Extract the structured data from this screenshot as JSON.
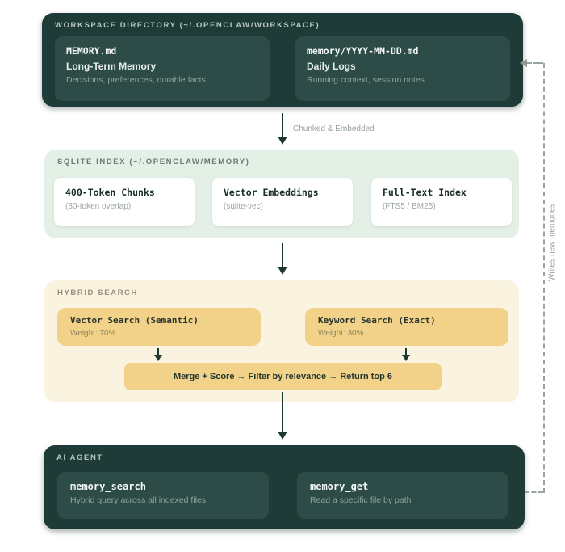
{
  "workspace": {
    "header": "WORKSPACE DIRECTORY (~/.OPENCLAW/WORKSPACE)",
    "cards": [
      {
        "title": "MEMORY.md",
        "subtitle": "Long-Term Memory",
        "desc": "Decisions, preferences, durable facts"
      },
      {
        "title": "memory/YYYY-MM-DD.md",
        "subtitle": "Daily Logs",
        "desc": "Running context, session notes"
      }
    ]
  },
  "flow": {
    "chunked_label": "Chunked & Embedded"
  },
  "sqlite": {
    "header": "SQLITE INDEX (~/.OPENCLAW/MEMORY)",
    "cards": [
      {
        "title": "400-Token Chunks",
        "subtitle": "(80-token overlap)"
      },
      {
        "title": "Vector Embeddings",
        "subtitle": "(sqlite-vec)"
      },
      {
        "title": "Full-Text Index",
        "subtitle": "(FTS5 / BM25)"
      }
    ]
  },
  "hybrid": {
    "header": "HYBRID SEARCH",
    "cards": [
      {
        "title": "Vector Search (Semantic)",
        "subtitle": "Weight: 70%"
      },
      {
        "title": "Keyword Search (Exact)",
        "subtitle": "Weight: 30%"
      }
    ],
    "merge_label": "Merge + Score → Filter by relevance → Return top 6"
  },
  "agent": {
    "header": "AI AGENT",
    "cards": [
      {
        "title": "memory_search",
        "desc": "Hybrid query across all indexed files"
      },
      {
        "title": "memory_get",
        "desc": "Read a specific file by path"
      }
    ]
  },
  "feedback": {
    "label": "Writes new memories"
  },
  "colors": {
    "dark_box": "#1f3b37",
    "dark_card": "#2e4c47",
    "green_box": "#e4f0e6",
    "cream_box": "#faf3e0",
    "gold_card": "#f1d288",
    "arrow": "#1d3833",
    "dashed_gray": "#9aa49f"
  }
}
